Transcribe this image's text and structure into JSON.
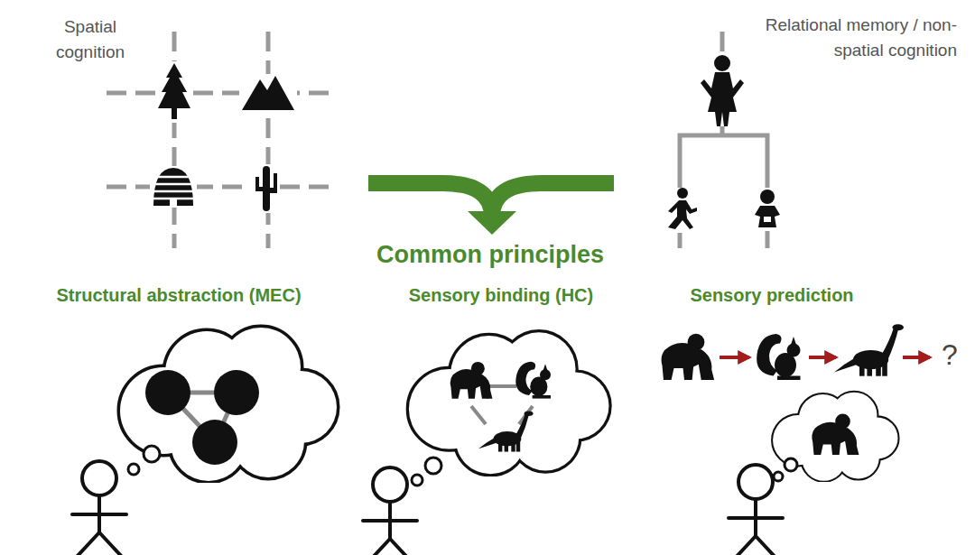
{
  "diagram": {
    "labels": [
      "Spatial cognition",
      "Relational memory / non-spatial cognition",
      "Common principles",
      "Structural abstraction (MEC)",
      "Sensory binding (HC)",
      "Sensory prediction",
      "?"
    ]
  }
}
